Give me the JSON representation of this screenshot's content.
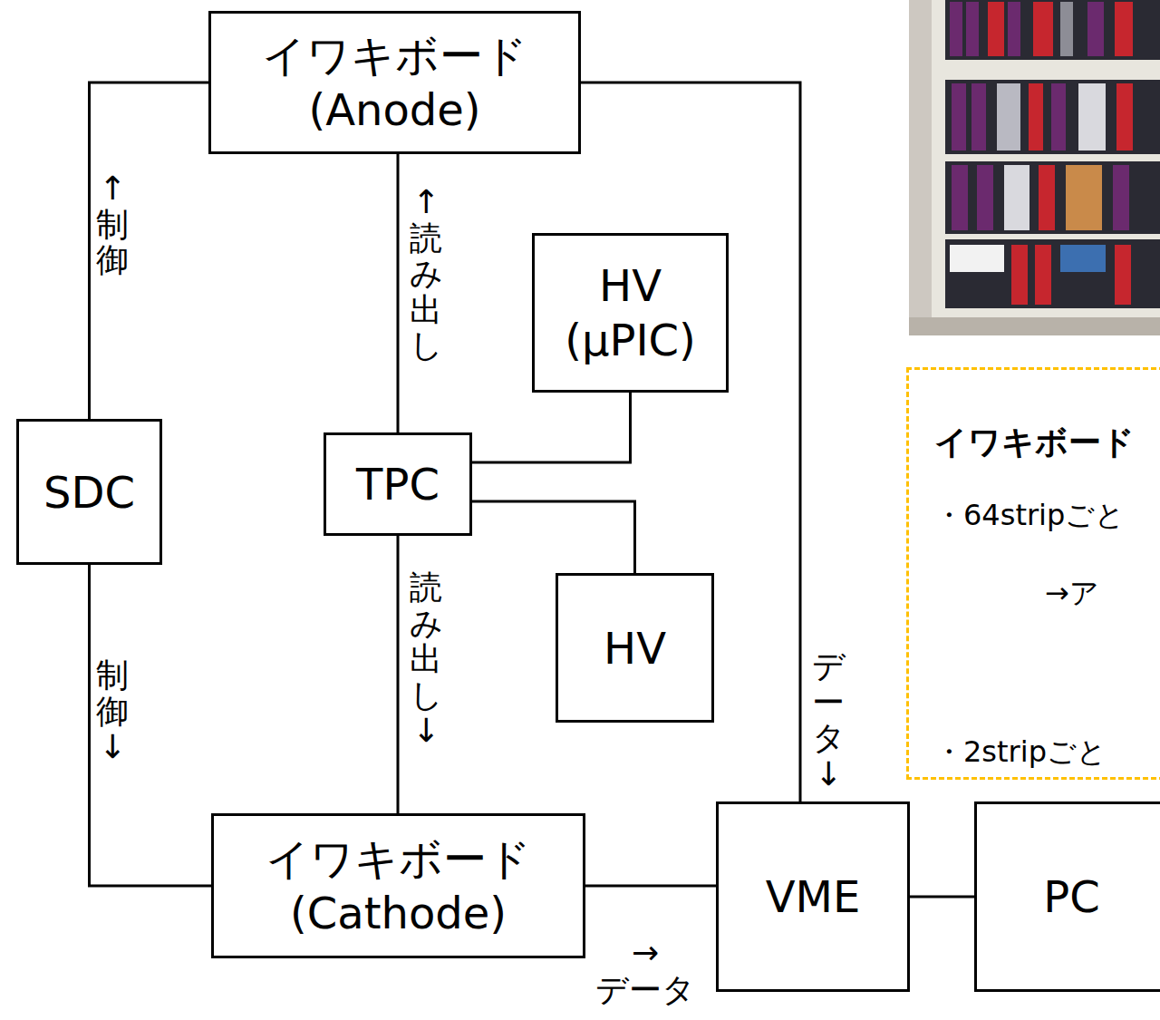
{
  "diagram": {
    "nodes": [
      {
        "text": [
          "イワキボード (Anode)"
        ]
      },
      {
        "text": [
          "HV (μPIC)"
        ]
      },
      {
        "text": [
          "SDC"
        ]
      },
      {
        "text": [
          "TPC"
        ]
      },
      {
        "text": [
          "イワキボード",
          "・64stripごと",
          "→ア",
          "・2stripごと"
        ]
      },
      {
        "text": [
          "HV"
        ]
      },
      {
        "text": [
          "イワキボード (Cathode)"
        ]
      },
      {
        "text": [
          "VME"
        ]
      },
      {
        "text": [
          "PC"
        ]
      }
    ],
    "edges": [
      {
        "from": 2,
        "to": 0,
        "arrow": "none",
        "label": "↑制御"
      },
      {
        "from": 2,
        "to": 6,
        "arrow": "none",
        "label": "制御↓"
      },
      {
        "from": 3,
        "to": 0,
        "arrow": "none",
        "label": "↑読み出し"
      },
      {
        "from": 3,
        "to": 6,
        "arrow": "none",
        "label": "読み出し↓"
      },
      {
        "from": 3,
        "to": 1,
        "arrow": "none"
      },
      {
        "from": 3,
        "to": 5,
        "arrow": "none"
      },
      {
        "from": 0,
        "to": 7,
        "arrow": "none",
        "label": "データ↓"
      },
      {
        "from": 6,
        "to": 7,
        "arrow": "none",
        "label": "→ データ"
      },
      {
        "from": 7,
        "to": 8,
        "arrow": "none"
      }
    ]
  }
}
